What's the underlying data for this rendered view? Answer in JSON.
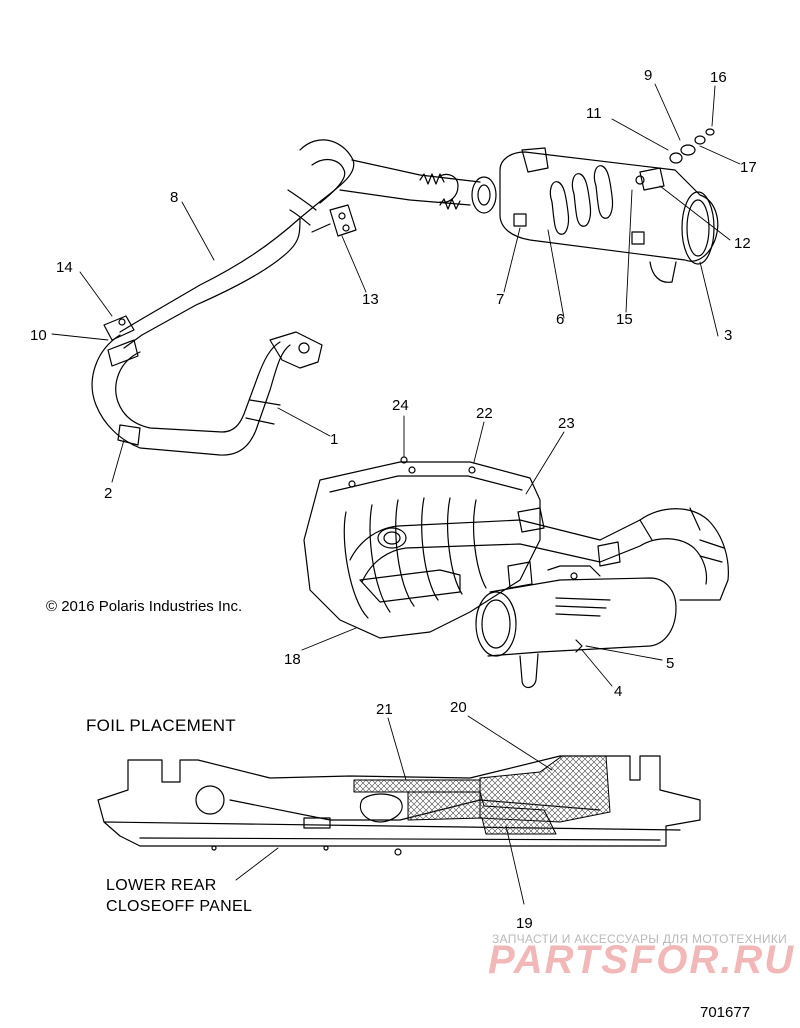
{
  "copyright": "© 2016 Polaris Industries Inc.",
  "foil_title": "FOIL PLACEMENT",
  "panel_label_line1": "LOWER REAR",
  "panel_label_line2": "CLOSEOFF PANEL",
  "watermark": {
    "tagline": "ЗАПЧАСТИ И АКСЕССУАРЫ ДЛЯ МОТОТЕХНИКИ",
    "brand": "PARTSFOR.RU"
  },
  "document_number": "701677",
  "callouts": [
    "1",
    "2",
    "3",
    "4",
    "5",
    "6",
    "7",
    "8",
    "9",
    "10",
    "11",
    "12",
    "13",
    "14",
    "15",
    "16",
    "17",
    "18",
    "19",
    "20",
    "21",
    "22",
    "23",
    "24"
  ],
  "colors": {
    "line": "#000000",
    "watermark_red": "#e06060"
  }
}
